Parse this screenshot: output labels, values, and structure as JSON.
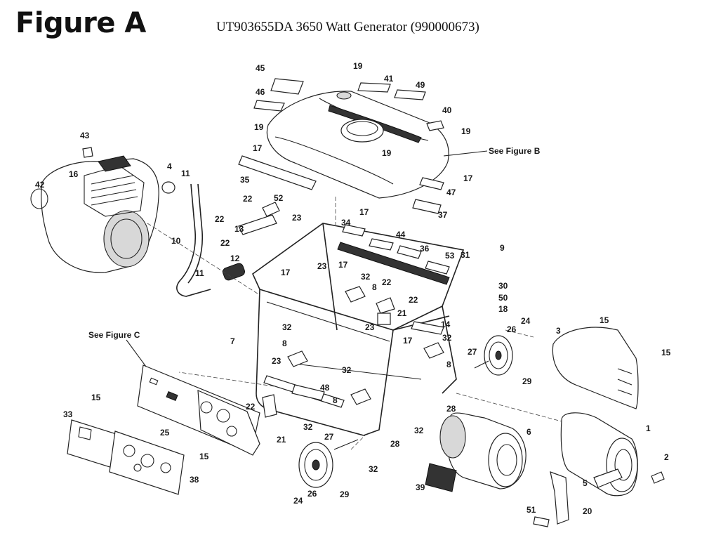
{
  "header": {
    "figure_label": "Figure A",
    "title": "UT903655DA 3650 Watt Generator (990000673)"
  },
  "references": {
    "figure_b": "See Figure B",
    "figure_c": "See Figure C"
  },
  "callouts": [
    {
      "label": "45"
    },
    {
      "label": "19"
    },
    {
      "label": "41"
    },
    {
      "label": "49"
    },
    {
      "label": "46"
    },
    {
      "label": "40"
    },
    {
      "label": "19"
    },
    {
      "label": "19"
    },
    {
      "label": "43"
    },
    {
      "label": "17"
    },
    {
      "label": "19"
    },
    {
      "label": "35"
    },
    {
      "label": "17"
    },
    {
      "label": "47"
    },
    {
      "label": "4"
    },
    {
      "label": "11"
    },
    {
      "label": "16"
    },
    {
      "label": "42"
    },
    {
      "label": "22"
    },
    {
      "label": "52"
    },
    {
      "label": "22"
    },
    {
      "label": "23"
    },
    {
      "label": "13"
    },
    {
      "label": "17"
    },
    {
      "label": "37"
    },
    {
      "label": "10"
    },
    {
      "label": "22"
    },
    {
      "label": "34"
    },
    {
      "label": "44"
    },
    {
      "label": "36"
    },
    {
      "label": "53"
    },
    {
      "label": "31"
    },
    {
      "label": "9"
    },
    {
      "label": "12"
    },
    {
      "label": "23"
    },
    {
      "label": "17"
    },
    {
      "label": "17"
    },
    {
      "label": "11"
    },
    {
      "label": "32"
    },
    {
      "label": "8"
    },
    {
      "label": "22"
    },
    {
      "label": "22"
    },
    {
      "label": "30"
    },
    {
      "label": "50"
    },
    {
      "label": "18"
    },
    {
      "label": "21"
    },
    {
      "label": "23"
    },
    {
      "label": "14"
    },
    {
      "label": "32"
    },
    {
      "label": "26"
    },
    {
      "label": "24"
    },
    {
      "label": "15"
    },
    {
      "label": "3"
    },
    {
      "label": "15"
    },
    {
      "label": "7"
    },
    {
      "label": "8"
    },
    {
      "label": "17"
    },
    {
      "label": "32"
    },
    {
      "label": "27"
    },
    {
      "label": "8"
    },
    {
      "label": "29"
    },
    {
      "label": "23"
    },
    {
      "label": "32"
    },
    {
      "label": "15"
    },
    {
      "label": "48"
    },
    {
      "label": "8"
    },
    {
      "label": "28"
    },
    {
      "label": "22"
    },
    {
      "label": "33"
    },
    {
      "label": "25"
    },
    {
      "label": "32"
    },
    {
      "label": "32"
    },
    {
      "label": "1"
    },
    {
      "label": "21"
    },
    {
      "label": "28"
    },
    {
      "label": "6"
    },
    {
      "label": "27"
    },
    {
      "label": "15"
    },
    {
      "label": "2"
    },
    {
      "label": "32"
    },
    {
      "label": "38"
    },
    {
      "label": "5"
    },
    {
      "label": "39"
    },
    {
      "label": "24"
    },
    {
      "label": "26"
    },
    {
      "label": "29"
    },
    {
      "label": "20"
    },
    {
      "label": "51"
    }
  ]
}
